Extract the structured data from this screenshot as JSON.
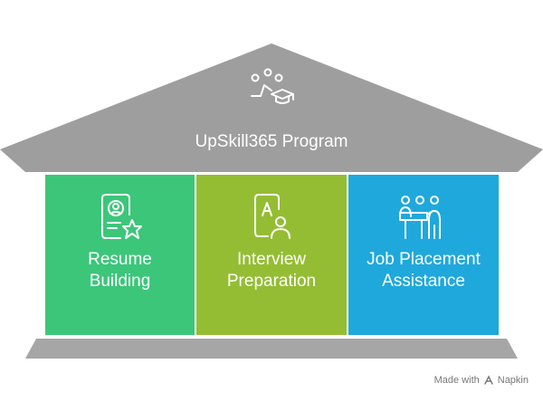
{
  "title": "UpSkill365 Program",
  "roof_icon": "graduation-network-icon",
  "pillars": [
    {
      "label": "Resume\nBuilding",
      "icon": "resume-star-icon",
      "color": "#3cc67a"
    },
    {
      "label": "Interview\nPreparation",
      "icon": "interview-person-icon",
      "color": "#94bd34"
    },
    {
      "label": "Job Placement\nAssistance",
      "icon": "job-presentation-icon",
      "color": "#1fa8dc"
    }
  ],
  "colors": {
    "structure": "#9e9e9e",
    "base": "#a6a6a6",
    "icon_stroke": "#ffffff"
  },
  "footer": {
    "made_with": "Made with",
    "brand": "Napkin"
  }
}
